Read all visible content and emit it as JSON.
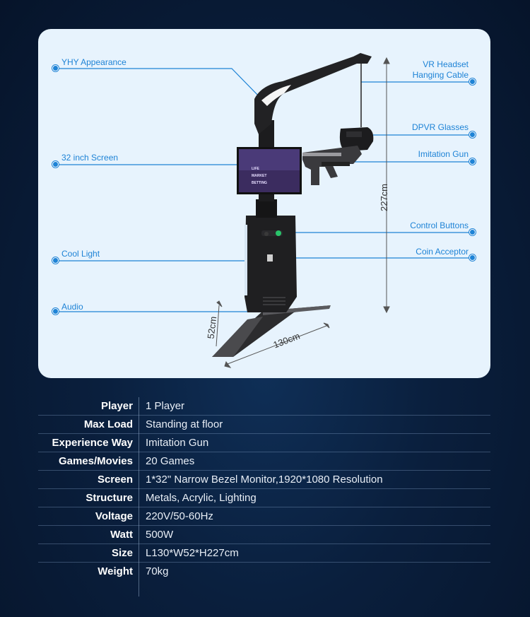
{
  "callouts": {
    "left": {
      "appearance": "YHY Appearance",
      "screen": "32 inch Screen",
      "cool_light": "Cool Light",
      "audio": "Audio"
    },
    "right": {
      "cable_line1": "VR Headset",
      "cable_line2": "Hanging Cable",
      "glasses": "DPVR Glasses",
      "gun": "Imitation Gun",
      "buttons": "Control Buttons",
      "coin": "Coin Acceptor"
    }
  },
  "dimensions": {
    "height": "227cm",
    "length": "130cm",
    "width": "52cm"
  },
  "screen_text": [
    "LIFE",
    "MARKET",
    "BETTING"
  ],
  "specs": [
    {
      "key": "Player",
      "value": "1 Player"
    },
    {
      "key": "Max Load",
      "value": "Standing at floor"
    },
    {
      "key": "Experience Way",
      "value": "Imitation Gun"
    },
    {
      "key": "Games/Movies",
      "value": "20 Games"
    },
    {
      "key": "Screen",
      "value": "1*32\" Narrow Bezel Monitor,1920*1080 Resolution"
    },
    {
      "key": "Structure",
      "value": "Metals, Acrylic, Lighting"
    },
    {
      "key": "Voltage",
      "value": "220V/50-60Hz"
    },
    {
      "key": "Watt",
      "value": "500W"
    },
    {
      "key": "Size",
      "value": "L130*W52*H227cm"
    },
    {
      "key": "Weight",
      "value": "70kg"
    }
  ],
  "colors": {
    "accent": "#1e83d6",
    "card": "#e7f3fd",
    "background": "#0a1f3d"
  }
}
